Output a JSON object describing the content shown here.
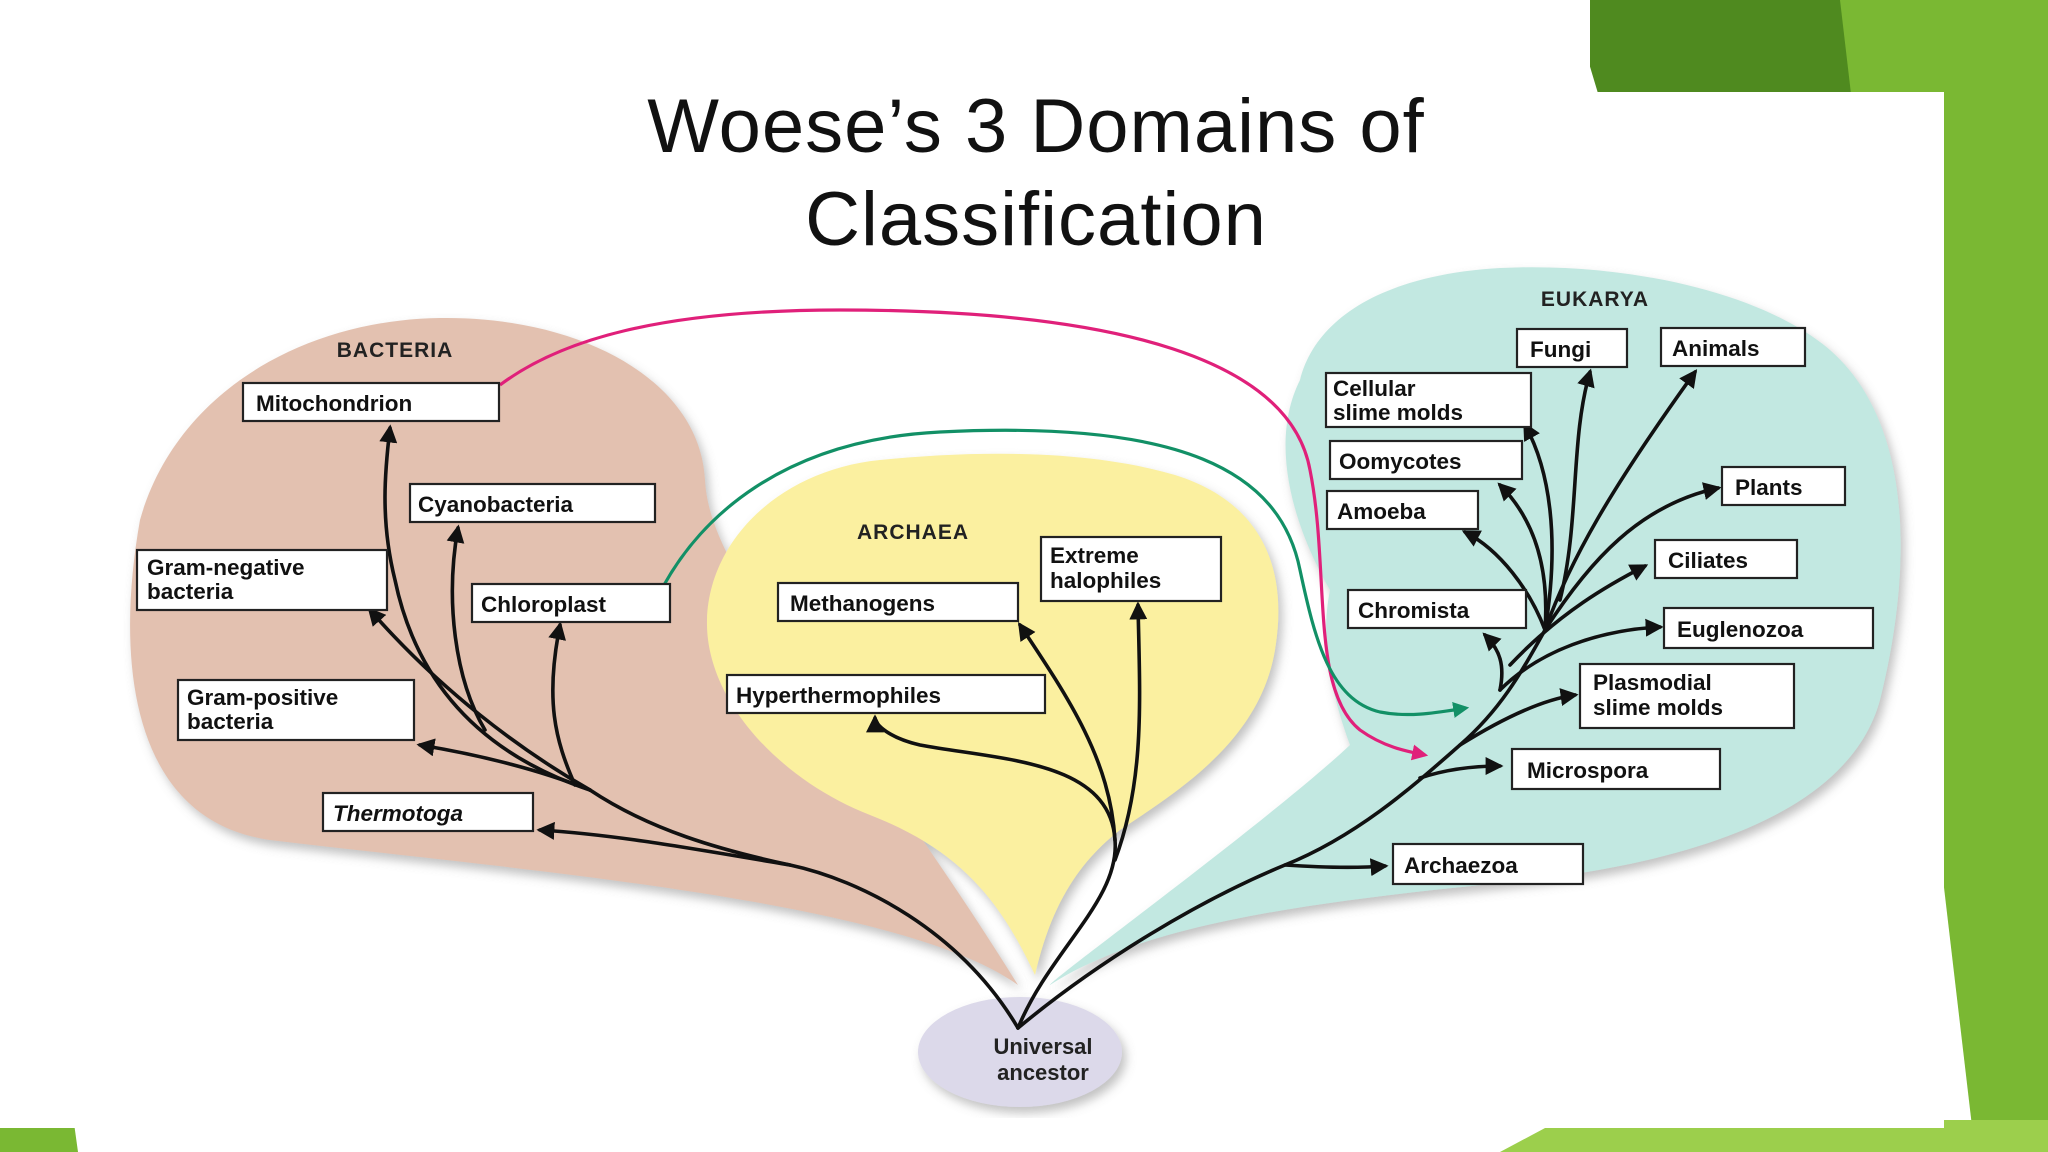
{
  "slide": {
    "title_line1": "Woese’s 3 Domains of",
    "title_line2": "Classification"
  },
  "colors": {
    "bacteria_region": "#e3c1b0",
    "archaea_region": "#fbf0a0",
    "eukarya_region": "#c2e8e1",
    "ancestor_fill": "#dcd9ea",
    "mitochondrion_arrow": "#e0207a",
    "chloroplast_arrow": "#129066",
    "slide_accent_green": "#7ab833",
    "slide_accent_dark_green": "#4f8a1f",
    "slide_accent_light_green": "#9ccf4c"
  },
  "diagram": {
    "bacteria": {
      "label": "BACTERIA",
      "mitochondrion": "Mitochondrion",
      "cyanobacteria": "Cyanobacteria",
      "gram_negative_1": "Gram-negative",
      "gram_negative_2": "bacteria",
      "chloroplast": "Chloroplast",
      "gram_positive_1": "Gram-positive",
      "gram_positive_2": "bacteria",
      "thermotoga": "Thermotoga"
    },
    "archaea": {
      "label": "ARCHAEA",
      "methanogens": "Methanogens",
      "extreme_halophiles_1": "Extreme",
      "extreme_halophiles_2": "halophiles",
      "hyperthermophiles": "Hyperthermophiles"
    },
    "eukarya": {
      "label": "EUKARYA",
      "fungi": "Fungi",
      "animals": "Animals",
      "cellular_slime_molds_1": "Cellular",
      "cellular_slime_molds_2": "slime molds",
      "oomycotes": "Oomycotes",
      "plants": "Plants",
      "amoeba": "Amoeba",
      "ciliates": "Ciliates",
      "chromista": "Chromista",
      "euglenozoa": "Euglenozoa",
      "plasmodial_slime_molds_1": "Plasmodial",
      "plasmodial_slime_molds_2": "slime molds",
      "microspora": "Microspora",
      "archaezoa": "Archaezoa"
    },
    "root": {
      "line1": "Universal",
      "line2": "ancestor"
    }
  }
}
